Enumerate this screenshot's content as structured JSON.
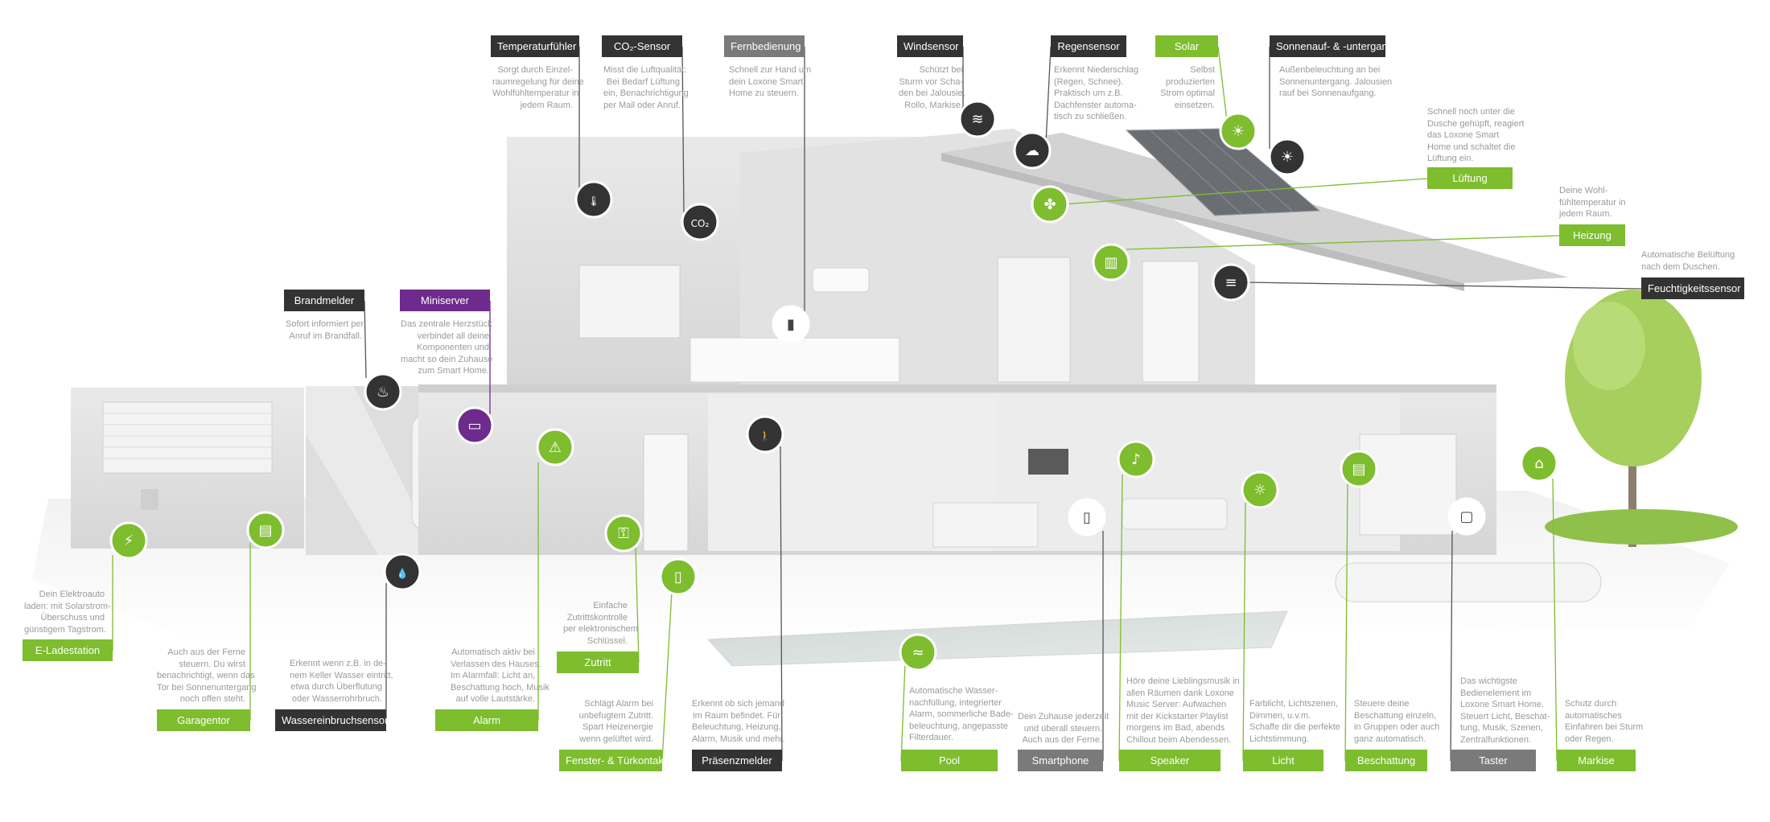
{
  "colors": {
    "green": "#7dbd2e",
    "dark": "#333333",
    "purple": "#6e2a8c",
    "gray": "#7a7a7a",
    "line": "#7dbd2e",
    "text": "#9a9a9a"
  },
  "features": [
    {
      "id": "temperaturfuehler",
      "label": "Temperaturfühler",
      "style": "dark",
      "icon": "thermometer-icon",
      "desc": [
        "Sorgt durch Einzel-",
        "raumregelung für deine",
        "Wohlfühltemperatur in",
        "jedem Raum."
      ]
    },
    {
      "id": "co2-sensor",
      "label": "CO₂-Sensor",
      "style": "dark",
      "icon": "co2-cloud-icon",
      "desc": [
        "Misst die Luftqualität:",
        "Bei Bedarf Lüftung",
        "ein, Benachrichtigung",
        "per Mail oder Anruf."
      ]
    },
    {
      "id": "fernbedienung",
      "label": "Fernbedienung",
      "style": "gray",
      "icon": "remote-control-icon",
      "desc": [
        "Schnell zur Hand um",
        "dein Loxone Smart",
        "Home zu steuern."
      ]
    },
    {
      "id": "windsensor",
      "label": "Windsensor",
      "style": "dark",
      "icon": "wind-sensor-icon",
      "desc": [
        "Schützt bei",
        "Sturm vor Scha-",
        "den bei Jalousie,",
        "Rollo, Markise."
      ]
    },
    {
      "id": "regensensor",
      "label": "Regensensor",
      "style": "dark",
      "icon": "rain-cloud-icon",
      "desc": [
        "Erkennt Niederschlag",
        "(Regen, Schnee).",
        "Praktisch um z.B.",
        "Dachfenster automa-",
        "tisch zu schließen."
      ]
    },
    {
      "id": "solar",
      "label": "Solar",
      "style": "green",
      "icon": "solar-panel-icon",
      "desc": [
        "Selbst",
        "produzierten",
        "Strom optimal",
        "einsetzen."
      ]
    },
    {
      "id": "sonnenauf",
      "label": "Sonnenauf- & -untergang",
      "style": "dark",
      "icon": "sunrise-icon",
      "desc": [
        "Außenbeleuchtung an bei",
        "Sonnenuntergang. Jalousien",
        "rauf bei Sonnenaufgang."
      ]
    },
    {
      "id": "lueftung",
      "label": "Lüftung",
      "style": "green",
      "icon": "fan-icon",
      "desc": [
        "Schnell noch unter die",
        "Dusche gehüpft, reagiert",
        "das Loxone Smart",
        "Home und schaltet die",
        "Lüftung ein."
      ]
    },
    {
      "id": "heizung",
      "label": "Heizung",
      "style": "green",
      "icon": "radiator-icon",
      "desc": [
        "Deine Wohl-",
        "fühltemperatur in",
        "jedem Raum."
      ]
    },
    {
      "id": "feuchtigkeitssensor",
      "label": "Feuchtigkeitssensor",
      "style": "dark",
      "icon": "humidity-icon",
      "desc": [
        "Automatische Belüftung",
        "nach dem Duschen."
      ]
    },
    {
      "id": "brandmelder",
      "label": "Brandmelder",
      "style": "dark",
      "icon": "flame-icon",
      "desc": [
        "Sofort informiert per",
        "Anruf im Brandfall."
      ]
    },
    {
      "id": "miniserver",
      "label": "Miniserver",
      "style": "purple",
      "icon": "miniserver-icon",
      "desc": [
        "Das zentrale Herzstück",
        "verbindet all deine",
        "Komponenten und",
        "macht so dein Zuhause",
        "zum Smart Home."
      ]
    },
    {
      "id": "e-ladestation",
      "label": "E-Ladestation",
      "style": "green",
      "icon": "ev-charger-icon",
      "desc": [
        "Dein Elektroauto",
        "laden: mit Solarstrom-",
        "Überschuss und",
        "günstigem Tagstrom."
      ]
    },
    {
      "id": "garagentor",
      "label": "Garagentor",
      "style": "green",
      "icon": "garage-icon",
      "desc": [
        "Auch aus der Ferne",
        "steuern. Du wirst",
        "benachrichtigt, wenn das",
        "Tor bei Sonnenuntergang",
        "noch offen steht."
      ]
    },
    {
      "id": "wassereinbruchsensor",
      "label": "Wassereinbruchsensor",
      "style": "dark",
      "icon": "water-drops-icon",
      "desc": [
        "Erkennt wenn z.B. in de-",
        "nem Keller Wasser eintritt,",
        "etwa durch Überflutung",
        "oder Wasserrohrbruch."
      ]
    },
    {
      "id": "alarm",
      "label": "Alarm",
      "style": "green",
      "icon": "alarm-siren-icon",
      "desc": [
        "Automatisch aktiv bei",
        "Verlassen des Hauses.",
        "Im Alarmfall: Licht an,",
        "Beschattung hoch, Musik",
        "auf volle Lautstärke."
      ]
    },
    {
      "id": "zutritt",
      "label": "Zutritt",
      "style": "green",
      "icon": "key-icon",
      "desc": [
        "Einfache",
        "Zutrittskontrolle",
        "per elektronischem",
        "Schlüssel."
      ]
    },
    {
      "id": "fenster-tuerkontakt",
      "label": "Fenster- & Türkontakt",
      "style": "green",
      "icon": "door-contact-icon",
      "desc": [
        "Schlägt Alarm bei",
        "unbefugtem Zutritt.",
        "Spart Heizenergie",
        "wenn gelüftet wird."
      ]
    },
    {
      "id": "praesenzmelder",
      "label": "Präsenzmelder",
      "style": "dark",
      "icon": "presence-icon",
      "desc": [
        "Erkennt ob sich jemand",
        "im Raum befindet. Für",
        "Beleuchtung, Heizung,",
        "Alarm, Musik und mehr."
      ]
    },
    {
      "id": "pool",
      "label": "Pool",
      "style": "green",
      "icon": "pool-icon",
      "desc": [
        "Automatische Wasser-",
        "nachfüllung, integrierter",
        "Alarm, sommerliche Bade-",
        "beleuchtung, angepasste",
        "Filterdauer."
      ]
    },
    {
      "id": "smartphone",
      "label": "Smartphone",
      "style": "gray",
      "icon": "smartphone-icon",
      "desc": [
        "Dein Zuhause jederzeit",
        "und überall steuern.",
        "Auch aus der Ferne."
      ]
    },
    {
      "id": "speaker",
      "label": "Speaker",
      "style": "green",
      "icon": "music-note-icon",
      "desc": [
        "Höre deine Lieblingsmusik in",
        "allen Räumen dank Loxone",
        "Music Server: Aufwachen",
        "mit der Kickstarter Playlist",
        "morgens im Bad, abends",
        "Chillout beim Abendessen."
      ]
    },
    {
      "id": "licht",
      "label": "Licht",
      "style": "green",
      "icon": "light-bulb-icon",
      "desc": [
        "Farblicht, Lichtszenen,",
        "Dimmen, u.v.m.",
        "Schaffe dir die perfekte",
        "Lichtstimmung."
      ]
    },
    {
      "id": "beschattung",
      "label": "Beschattung",
      "style": "green",
      "icon": "shading-icon",
      "desc": [
        "Steuere deine",
        "Beschattung einzeln,",
        "in Gruppen oder auch",
        "ganz automatisch."
      ]
    },
    {
      "id": "taster",
      "label": "Taster",
      "style": "gray",
      "icon": "switch-icon",
      "desc": [
        "Das wichtigste",
        "Bedienelement im",
        "Loxone Smart Home.",
        "Steuert Licht, Beschat-",
        "tung, Musik, Szenen,",
        "Zentralfunktionen."
      ]
    },
    {
      "id": "markise",
      "label": "Markise",
      "style": "green",
      "icon": "awning-icon",
      "desc": [
        "Schutz durch",
        "automatisches",
        "Einfahren bei Sturm",
        "oder Regen."
      ]
    }
  ],
  "icon_symbols": {
    "thermometer-icon": "🌡",
    "co2-cloud-icon": "CO₂",
    "remote-control-icon": "▮",
    "wind-sensor-icon": "≋",
    "rain-cloud-icon": "☁",
    "solar-panel-icon": "☀",
    "sunrise-icon": "☀",
    "fan-icon": "✤",
    "radiator-icon": "▥",
    "humidity-icon": "≡",
    "flame-icon": "♨",
    "miniserver-icon": "▭",
    "ev-charger-icon": "⚡",
    "garage-icon": "▤",
    "water-drops-icon": "💧",
    "alarm-siren-icon": "⚠",
    "key-icon": "⚿",
    "door-contact-icon": "▯",
    "presence-icon": "🚶",
    "pool-icon": "≈",
    "smartphone-icon": "▯",
    "music-note-icon": "♪",
    "light-bulb-icon": "☼",
    "shading-icon": "▤",
    "switch-icon": "▢",
    "awning-icon": "⌂"
  },
  "icon_styles": {
    "thermometer-icon": "dark",
    "co2-cloud-icon": "dark",
    "remote-control-icon": "white",
    "wind-sensor-icon": "dark",
    "rain-cloud-icon": "dark",
    "solar-panel-icon": "green",
    "sunrise-icon": "dark",
    "fan-icon": "green",
    "radiator-icon": "green",
    "humidity-icon": "dark",
    "flame-icon": "dark",
    "miniserver-icon": "purple",
    "ev-charger-icon": "green",
    "garage-icon": "green",
    "water-drops-icon": "dark",
    "alarm-siren-icon": "green",
    "key-icon": "green",
    "door-contact-icon": "green",
    "presence-icon": "dark",
    "pool-icon": "green",
    "smartphone-icon": "white",
    "music-note-icon": "green",
    "light-bulb-icon": "green",
    "shading-icon": "green",
    "switch-icon": "white",
    "awning-icon": "green"
  }
}
